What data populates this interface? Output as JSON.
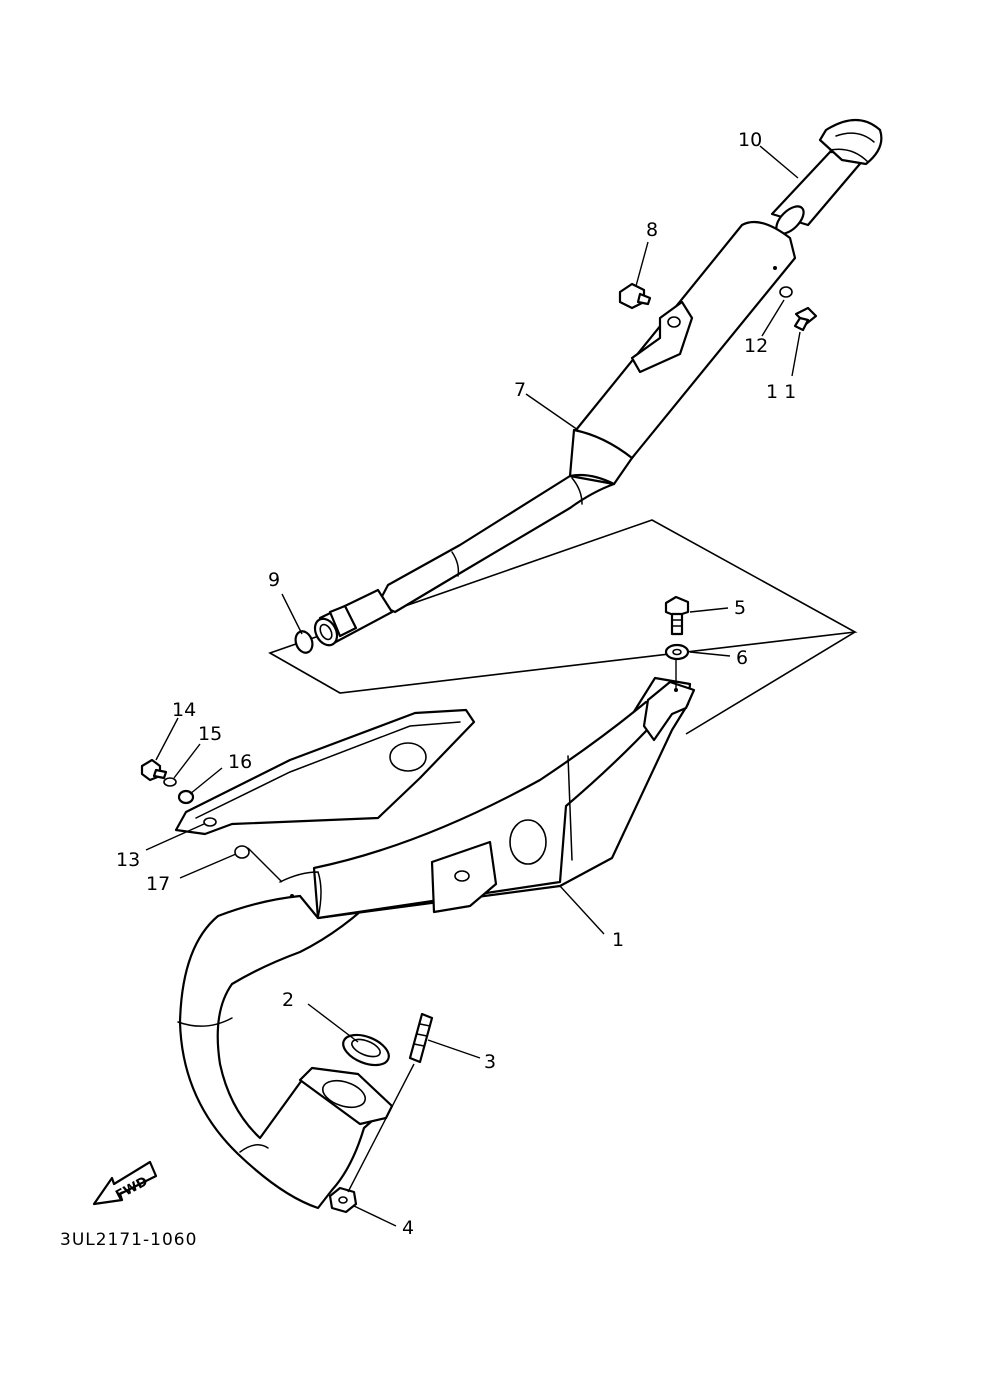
{
  "diagram": {
    "code": "3UL2171-1060",
    "direction_label": "FWD",
    "callouts": {
      "c1": "1",
      "c2": "2",
      "c3": "3",
      "c4": "4",
      "c5": "5",
      "c6": "6",
      "c7": "7",
      "c8": "8",
      "c9": "9",
      "c10": "10",
      "c11": "1 1",
      "c12": "12",
      "c13": "13",
      "c14": "14",
      "c15": "15",
      "c16": "16",
      "c17": "17"
    }
  }
}
